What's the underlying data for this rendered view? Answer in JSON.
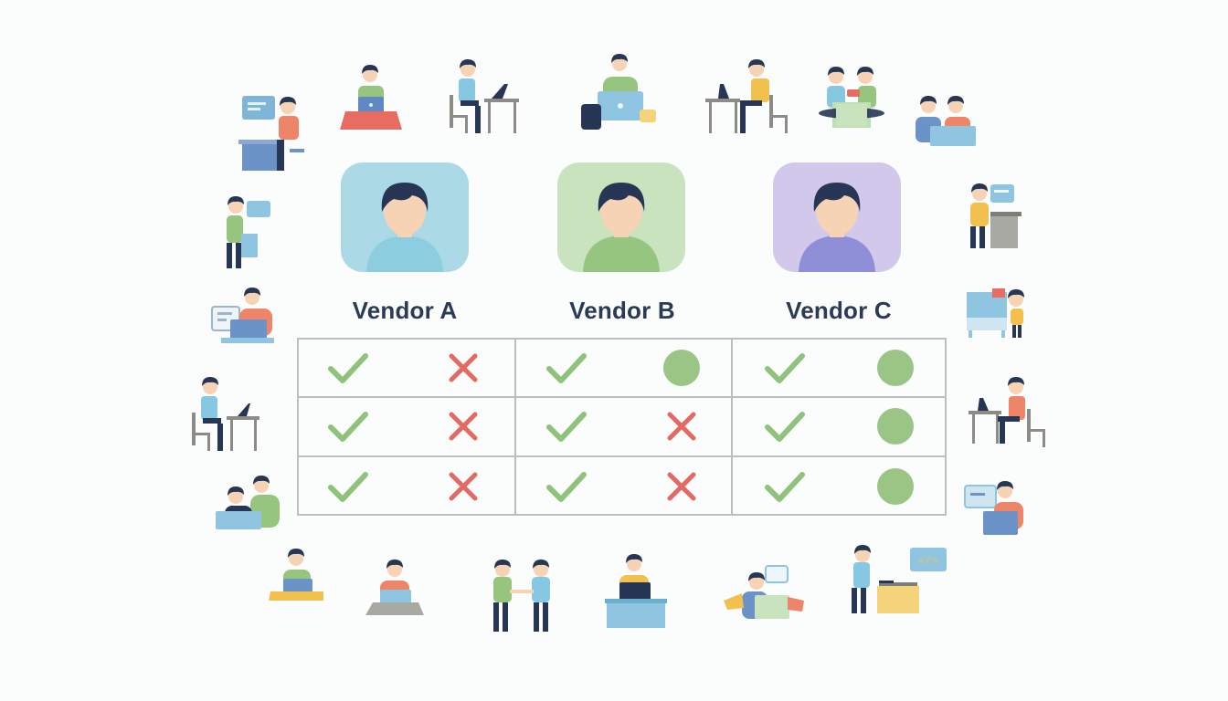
{
  "vendors": [
    {
      "name": "Vendor A",
      "card_color": "#acd9e6",
      "shirt_color": "#8ccde0",
      "rows": [
        [
          "check",
          "cross"
        ],
        [
          "check",
          "cross"
        ],
        [
          "check",
          "cross"
        ]
      ]
    },
    {
      "name": "Vendor B",
      "card_color": "#c8e3be",
      "shirt_color": "#95c57f",
      "rows": [
        [
          "check",
          "circle"
        ],
        [
          "check",
          "cross"
        ],
        [
          "check",
          "cross"
        ]
      ]
    },
    {
      "name": "Vendor C",
      "card_color": "#d1c8ec",
      "shirt_color": "#8e8fd6",
      "rows": [
        [
          "check",
          "circle"
        ],
        [
          "check",
          "circle"
        ],
        [
          "check",
          "circle"
        ]
      ]
    }
  ],
  "colors": {
    "check": "#8fc27a",
    "cross": "#e26a62",
    "circle": "#9ac585",
    "hair": "#283656",
    "skin": "#f6d3b5",
    "text": "#2b3a55",
    "grid": "#bdbdbd"
  },
  "icons": {
    "check": "checkmark-icon",
    "cross": "cross-icon",
    "circle": "filled-circle-icon"
  },
  "decorations": [
    "person-with-chat-at-desk-icon",
    "person-laptop-on-mat-icon",
    "person-at-desk-side-icon",
    "person-laptop-on-cushion-icon",
    "person-at-desk-side-icon",
    "two-people-working-icon",
    "two-people-laptop-icon",
    "standing-person-chat-icon",
    "standing-person-computer-icon",
    "person-laptop-board-icon",
    "standing-person-desk-icon",
    "person-at-desk-side-icon",
    "person-at-desk-side-icon",
    "two-people-laptop-icon",
    "person-laptop-chat-icon",
    "person-laptop-icon",
    "person-laptop-icon",
    "two-people-handshake-icon",
    "person-at-counter-icon",
    "person-laptop-chat-icon",
    "standing-person-code-icon"
  ]
}
